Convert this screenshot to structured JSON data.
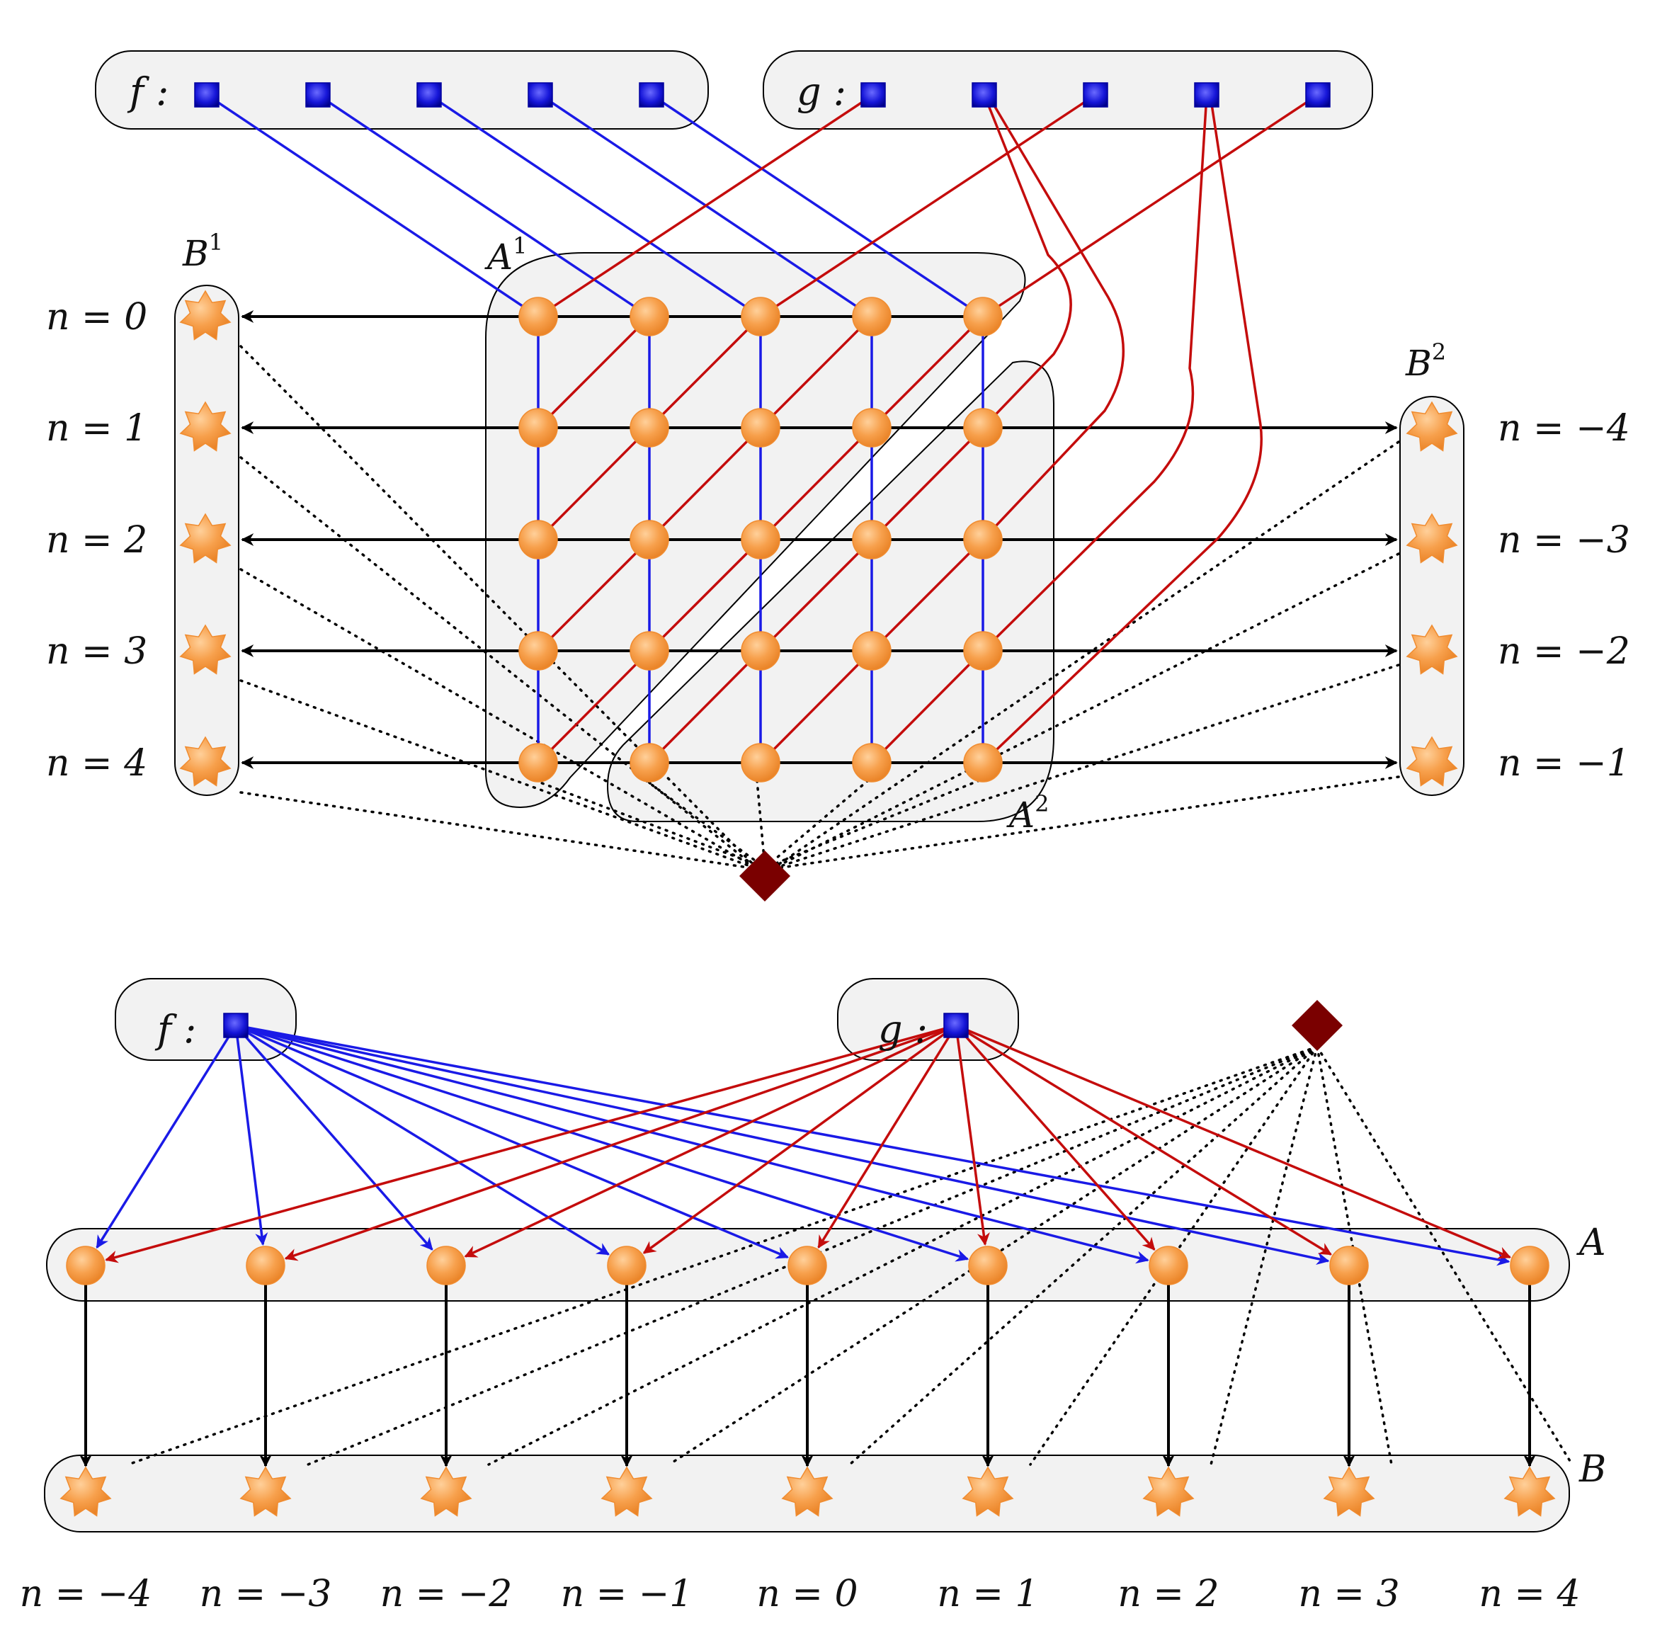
{
  "colors": {
    "blue": "#1a1ae6",
    "red": "#c40c0c",
    "black": "#000000",
    "node_orange": "#f5a04a",
    "node_orange_dark": "#e07a20",
    "square_blue": "#1010c8",
    "diamond": "#7a0000",
    "box_fill": "#f2f2f2"
  },
  "top": {
    "f_label": "f :",
    "g_label": "g :",
    "A1_label": "A",
    "A1_sup": "1",
    "A2_label": "A",
    "A2_sup": "2",
    "B1_label": "B",
    "B1_sup": "1",
    "B2_label": "B",
    "B2_sup": "2",
    "left_rows": [
      "n = 0",
      "n = 1",
      "n = 2",
      "n = 3",
      "n = 4"
    ],
    "right_rows": [
      "n = −4",
      "n = −3",
      "n = −2",
      "n = −1"
    ]
  },
  "bottom": {
    "f_label": "f :",
    "g_label": "g :",
    "A_label": "A",
    "B_label": "B",
    "columns": [
      "n = −4",
      "n = −3",
      "n = −2",
      "n = −1",
      "n = 0",
      "n = 1",
      "n = 2",
      "n = 3",
      "n = 4"
    ]
  },
  "icons": {
    "square": "blue-square-icon",
    "circle": "orange-circle-icon",
    "star": "orange-star-icon",
    "diamond": "dark-red-diamond-icon"
  }
}
